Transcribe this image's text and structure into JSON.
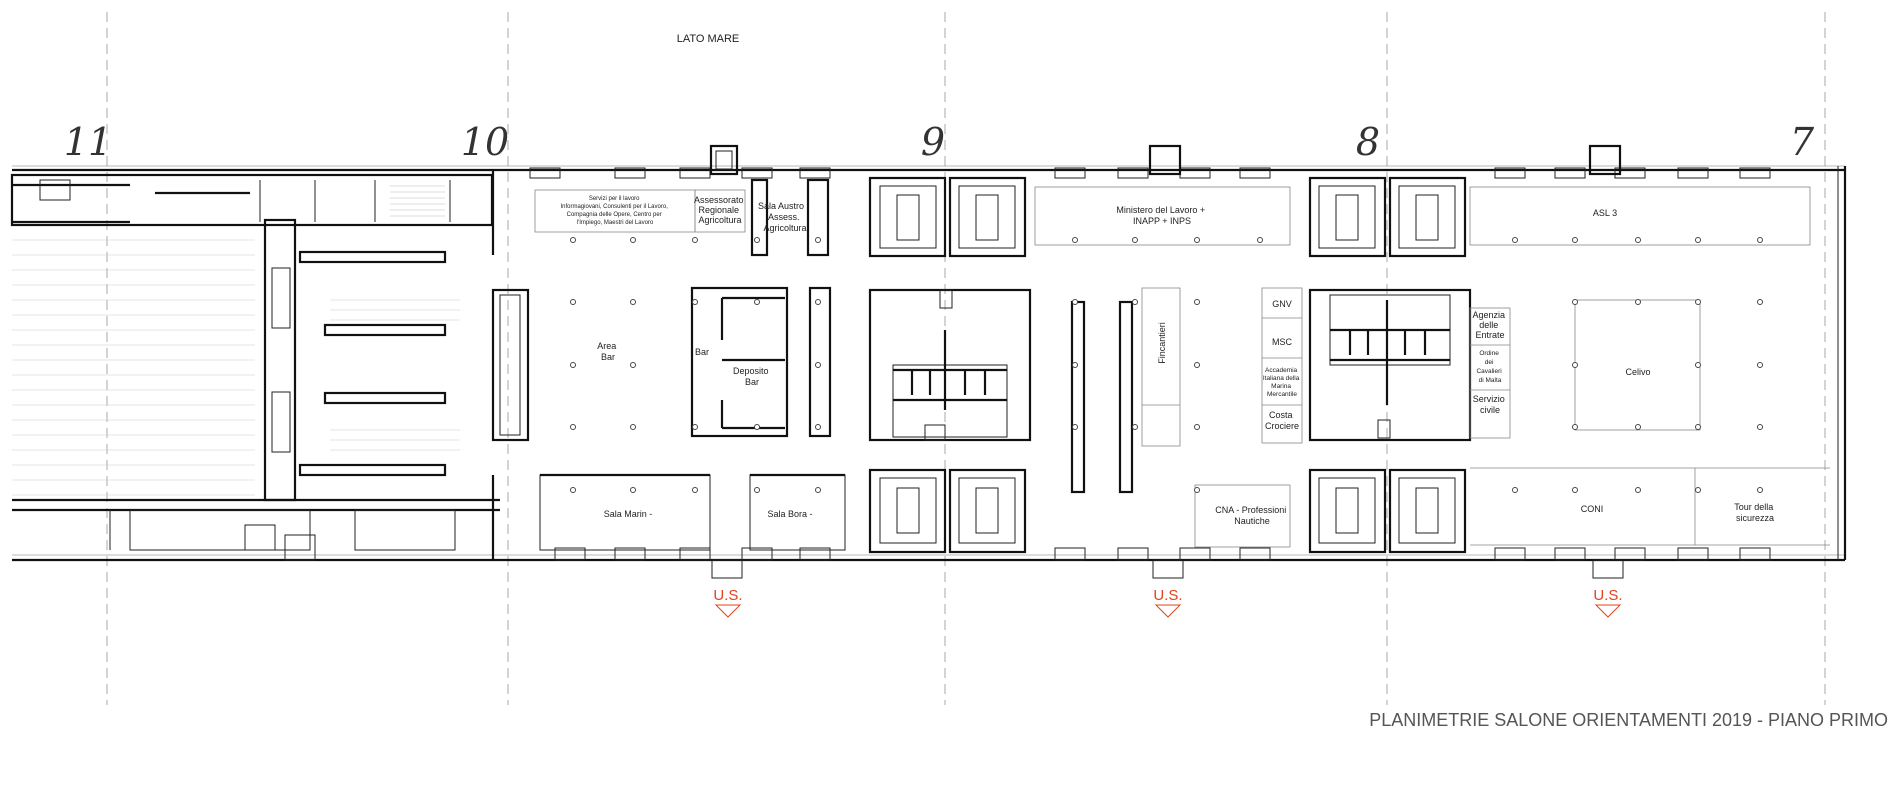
{
  "title": "PLANIMETRIE SALONE ORIENTAMENTI 2019 - PIANO PRIMO",
  "top_label": "LATO MARE",
  "axis_numbers": [
    "11",
    "10",
    "9",
    "8",
    "7"
  ],
  "exit_label": "U.S.",
  "exit_color": "#e0441c",
  "rooms": {
    "servizi_lavoro": [
      "Servizi per il lavoro",
      "Informagiovani, Consulenti per il Lavoro,",
      "Compagnia delle Opere, Centro per",
      "l'Impiego, Maestri del Lavoro"
    ],
    "assessorato": [
      "Assessorato",
      "Regionale",
      "Agricoltura"
    ],
    "sala_austro": [
      "Sala Austro -",
      "Assess.",
      "Agricoltura"
    ],
    "ministero": [
      "Ministero del Lavoro +",
      "INAPP + INPS"
    ],
    "asl3": [
      "ASL 3"
    ],
    "area_bar": [
      "Area",
      "Bar"
    ],
    "bar": [
      "Bar"
    ],
    "deposito_bar": [
      "Deposito",
      "Bar"
    ],
    "fincantieri": [
      "Fincantieri"
    ],
    "gnv": [
      "GNV"
    ],
    "msc": [
      "MSC"
    ],
    "accademia": [
      "Accademia",
      "Italiana della",
      "Marina",
      "Mercantile"
    ],
    "costa": [
      "Costa",
      "Crociere"
    ],
    "agenzia": [
      "Agenzia",
      "delle",
      "Entrate"
    ],
    "ordine": [
      "Ordine",
      "dei",
      "Cavalieri",
      "di Malta"
    ],
    "servizio_civile": [
      "Servizio",
      "civile"
    ],
    "celivo": [
      "Celivo"
    ],
    "sala_marin": [
      "Sala Marin -"
    ],
    "sala_bora": [
      "Sala Bora -"
    ],
    "cna": [
      "CNA - Professioni",
      "Nautiche"
    ],
    "coni": [
      "CONI"
    ],
    "tour": [
      "Tour della",
      "sicurezza"
    ]
  }
}
